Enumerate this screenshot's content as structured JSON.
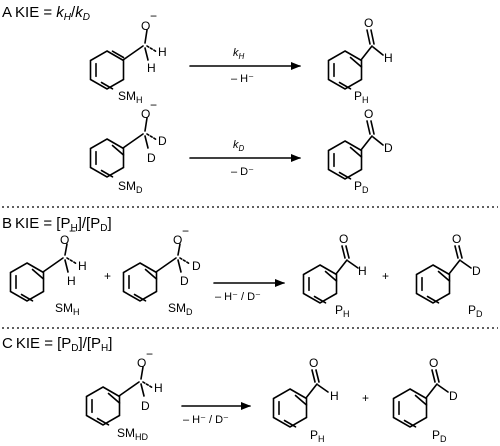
{
  "sections": {
    "A": {
      "letter": "A",
      "kie": "KIE = ",
      "kie_math": "kH/kD",
      "row1": {
        "sm_label": "SMH",
        "arrow_top": "kH",
        "arrow_bottom": "– H⁻",
        "p_label": "PH"
      },
      "row2": {
        "sm_label": "SMD",
        "arrow_top": "kD",
        "arrow_bottom": "– D⁻",
        "p_label": "PD"
      }
    },
    "B": {
      "letter": "B",
      "kie": "KIE = [PH]/[PD]",
      "sm1_label": "SMH",
      "plus": "+",
      "sm2_label": "SMD",
      "arrow_bottom": "– H⁻ / D⁻",
      "p1_label": "PH",
      "p2_label": "PD"
    },
    "C": {
      "letter": "C",
      "kie": "KIE = [PD]/[PH]",
      "sm_label": "SMHD",
      "arrow_bottom": "– H⁻ / D⁻",
      "p1_label": "PH",
      "plus": "+",
      "p2_label": "PD"
    }
  },
  "atoms": {
    "O": "O",
    "H": "H",
    "D": "D",
    "minus": "−"
  }
}
